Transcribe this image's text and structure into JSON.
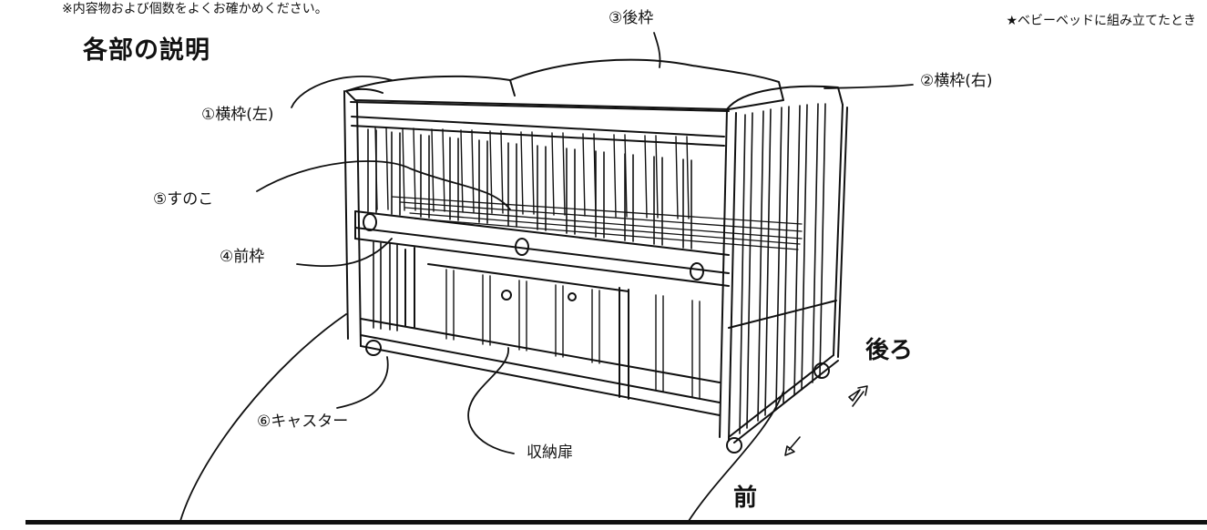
{
  "header": {
    "note": "※内容物および個数をよくお確かめください。",
    "assembled_note": "★ベビーベッドに組み立てたとき",
    "title": "各部の説明"
  },
  "parts": {
    "back_frame": "③後枠",
    "side_frame_left": "①横枠(左)",
    "side_frame_right": "②横枠(右)",
    "slats": "⑤すのこ",
    "front_frame": "④前枠",
    "casters": "⑥キャスター",
    "storage_door": "収納扉"
  },
  "directions": {
    "back": "後ろ",
    "front": "前"
  },
  "colors": {
    "line": "#111111",
    "background": "#ffffff"
  }
}
